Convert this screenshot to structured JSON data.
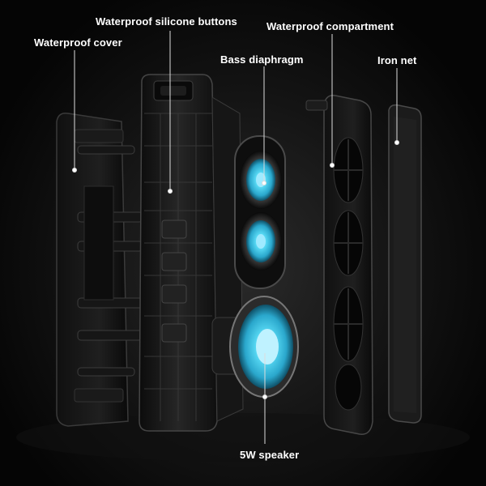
{
  "labels": {
    "waterproof_cover": "Waterproof cover",
    "silicone_buttons": "Waterproof silicone buttons",
    "waterproof_compartment": "Waterproof compartment",
    "bass_diaphragm": "Bass diaphragm",
    "iron_net": "Iron net",
    "speaker": "5W speaker"
  },
  "colors": {
    "background": "#050505",
    "label_text": "#ffffff",
    "driver_glow": "#3fd3f0",
    "shell": "#1c1c1c"
  }
}
